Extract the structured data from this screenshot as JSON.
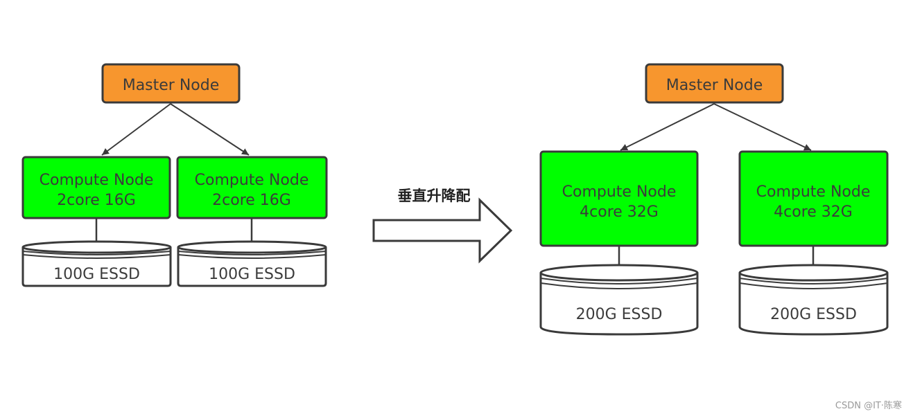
{
  "colors": {
    "master_fill": "#F7962E",
    "compute_fill": "#00FF00",
    "border": "#3a3a3a",
    "disk_fill": "#ffffff",
    "background": "#ffffff"
  },
  "before": {
    "master": {
      "label": "Master Node"
    },
    "compute": [
      {
        "lines": [
          "Compute Node",
          "2core 16G"
        ]
      },
      {
        "lines": [
          "Compute Node",
          "2core 16G"
        ]
      }
    ],
    "disks": [
      {
        "label": "100G ESSD"
      },
      {
        "label": "100G ESSD"
      }
    ]
  },
  "transition": {
    "label": "垂直升降配",
    "icon": "right-arrow-icon"
  },
  "after": {
    "master": {
      "label": "Master Node"
    },
    "compute": [
      {
        "lines": [
          "Compute Node",
          "4core 32G"
        ]
      },
      {
        "lines": [
          "Compute Node",
          "4core 32G"
        ]
      }
    ],
    "disks": [
      {
        "label": "200G ESSD"
      },
      {
        "label": "200G ESSD"
      }
    ]
  },
  "watermark": "CSDN @IT·陈寒"
}
